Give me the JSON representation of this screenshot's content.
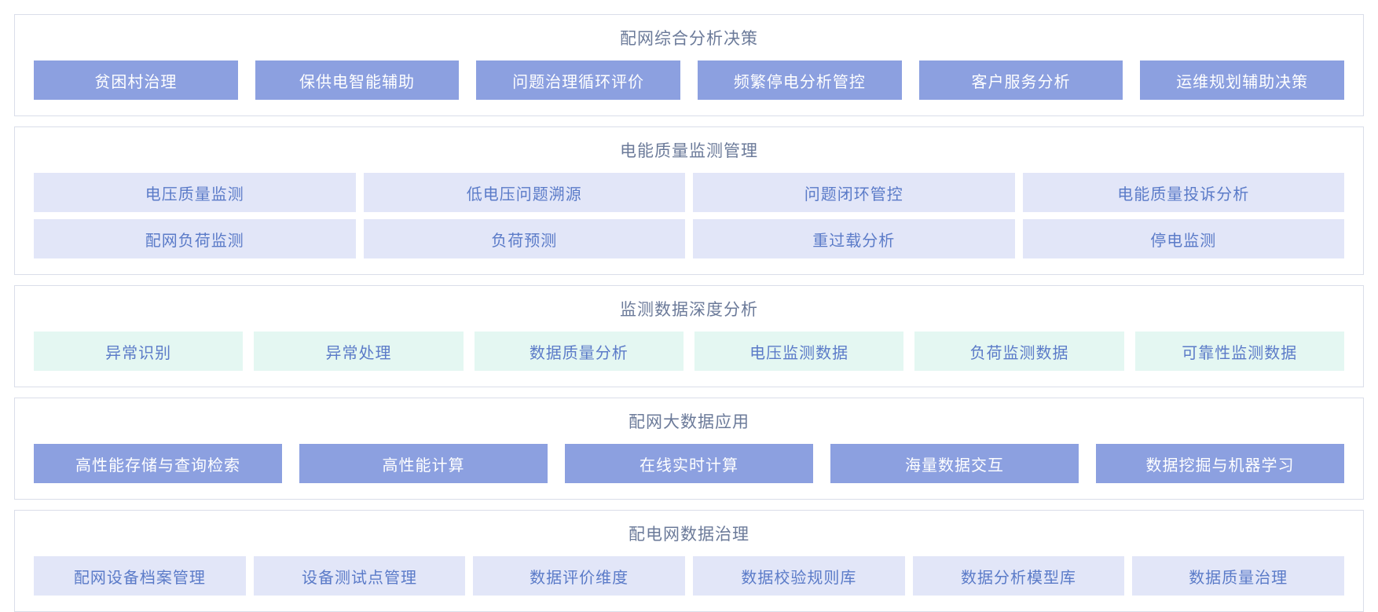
{
  "accent_colors": {
    "solid_tile_bg": "#8ca0e0",
    "solid_tile_text": "#ffffff",
    "lavender_tile_bg": "#e2e6f8",
    "mint_tile_bg": "#e4f7f2",
    "light_tile_text": "#5b7bc8",
    "section_title_color": "#6b7a99",
    "panel_border": "#dadee9"
  },
  "sections": [
    {
      "id": "comprehensive-analysis-decision",
      "title": "配网综合分析决策",
      "style": "solid",
      "rows": [
        [
          "贫困村治理",
          "保供电智能辅助",
          "问题治理循环评价",
          "频繁停电分析管控",
          "客户服务分析",
          "运维规划辅助决策"
        ]
      ]
    },
    {
      "id": "power-quality-monitoring",
      "title": "电能质量监测管理",
      "style": "lavender",
      "rows": [
        [
          "电压质量监测",
          "低电压问题溯源",
          "问题闭环管控",
          "电能质量投诉分析"
        ],
        [
          "配网负荷监测",
          "负荷预测",
          "重过载分析",
          "停电监测"
        ]
      ]
    },
    {
      "id": "monitoring-data-deep-analysis",
      "title": "监测数据深度分析",
      "style": "mint",
      "rows": [
        [
          "异常识别",
          "异常处理",
          "数据质量分析",
          "电压监测数据",
          "负荷监测数据",
          "可靠性监测数据"
        ]
      ]
    },
    {
      "id": "big-data-application",
      "title": "配网大数据应用",
      "style": "solid",
      "rows": [
        [
          "高性能存储与查询检索",
          "高性能计算",
          "在线实时计算",
          "海量数据交互",
          "数据挖掘与机器学习"
        ]
      ]
    },
    {
      "id": "distribution-data-governance",
      "title": "配电网数据治理",
      "style": "lavender",
      "rows": [
        [
          "配网设备档案管理",
          "设备测试点管理",
          "数据评价维度",
          "数据校验规则库",
          "数据分析模型库",
          "数据质量治理"
        ]
      ]
    }
  ]
}
